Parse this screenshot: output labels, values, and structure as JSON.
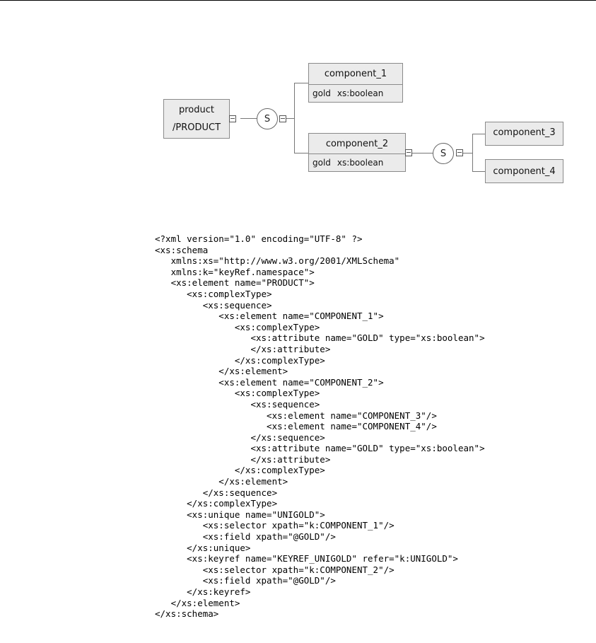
{
  "diagram": {
    "root": {
      "name": "product",
      "path": "/PRODUCT"
    },
    "root_sequence_symbol": "S",
    "component_1": {
      "name": "component_1",
      "attribute": {
        "name": "gold",
        "type": "xs:boolean"
      }
    },
    "component_2": {
      "name": "component_2",
      "attribute": {
        "name": "gold",
        "type": "xs:boolean"
      }
    },
    "component_2_sequence_symbol": "S",
    "component_3": {
      "name": "component_3"
    },
    "component_4": {
      "name": "component_4"
    }
  },
  "xml_lines": [
    "<?xml version=\"1.0\" encoding=\"UTF-8\" ?>",
    "<xs:schema",
    "   xmlns:xs=\"http://www.w3.org/2001/XMLSchema\"",
    "   xmlns:k=\"keyRef.namespace\">",
    "   <xs:element name=\"PRODUCT\">",
    "      <xs:complexType>",
    "         <xs:sequence>",
    "            <xs:element name=\"COMPONENT_1\">",
    "               <xs:complexType>",
    "                  <xs:attribute name=\"GOLD\" type=\"xs:boolean\">",
    "                  </xs:attribute>",
    "               </xs:complexType>",
    "            </xs:element>",
    "            <xs:element name=\"COMPONENT_2\">",
    "               <xs:complexType>",
    "                  <xs:sequence>",
    "                     <xs:element name=\"COMPONENT_3\"/>",
    "                     <xs:element name=\"COMPONENT_4\"/>",
    "                  </xs:sequence>",
    "                  <xs:attribute name=\"GOLD\" type=\"xs:boolean\">",
    "                  </xs:attribute>",
    "               </xs:complexType>",
    "            </xs:element>",
    "         </xs:sequence>",
    "      </xs:complexType>",
    "      <xs:unique name=\"UNIGOLD\">",
    "         <xs:selector xpath=\"k:COMPONENT_1\"/>",
    "         <xs:field xpath=\"@GOLD\"/>",
    "      </xs:unique>",
    "      <xs:keyref name=\"KEYREF_UNIGOLD\" refer=\"k:UNIGOLD\">",
    "         <xs:selector xpath=\"k:COMPONENT_2\"/>",
    "         <xs:field xpath=\"@GOLD\"/>",
    "      </xs:keyref>",
    "   </xs:element>",
    "</xs:schema>"
  ]
}
